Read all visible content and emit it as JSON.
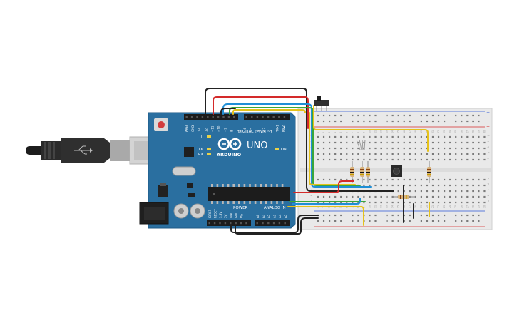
{
  "board": {
    "logo_text": "UNO",
    "brand_text": "ARDUINO",
    "digital_label": "DIGITAL (PWM ~)",
    "power_label": "POWER",
    "analog_label": "ANALOG IN",
    "on_label": "ON",
    "l_label": "L",
    "tx_label": "TX",
    "rx_label": "RX",
    "digital_pins": [
      "AREF",
      "GND",
      "13",
      "12",
      "~11",
      "~10",
      "~9",
      "8",
      "7",
      "~6",
      "~5",
      "4",
      "~3",
      "2",
      "TX▸1",
      "RX◂0"
    ],
    "power_pins": [
      "IOREF",
      "RESET",
      "3.3V",
      "5V",
      "GND",
      "GND",
      "Vin"
    ],
    "analog_pins": [
      "A0",
      "A1",
      "A2",
      "A3",
      "A4",
      "A5"
    ]
  },
  "breadboard": {
    "row_labels_top": [
      "j",
      "i",
      "h",
      "g",
      "f"
    ],
    "row_labels_bottom": [
      "e",
      "d",
      "c",
      "b",
      "a"
    ],
    "column_count": 30,
    "rail_plus": "+",
    "rail_minus": "−"
  },
  "colors": {
    "board": "#2a6fa0",
    "wire_black": "#222222",
    "wire_red": "#d42a2a",
    "wire_blue": "#1f8fd6",
    "wire_green": "#3aa63a",
    "wire_yellow": "#e6c21a"
  }
}
